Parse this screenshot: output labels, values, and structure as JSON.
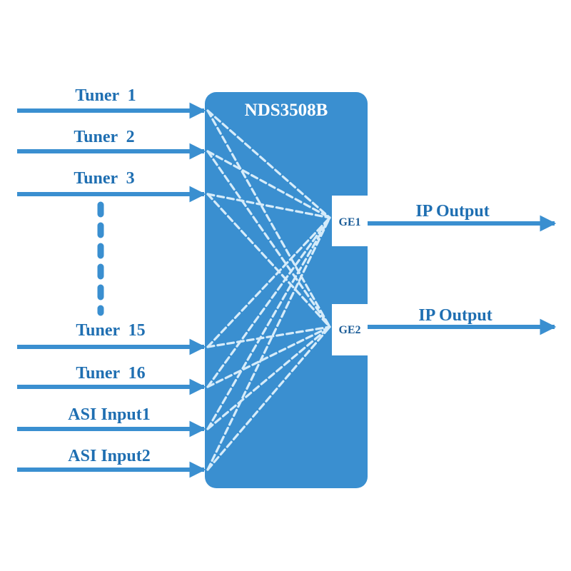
{
  "device": {
    "title": "NDS3508B"
  },
  "inputs": [
    {
      "label": "Tuner  1"
    },
    {
      "label": "Tuner  2"
    },
    {
      "label": "Tuner  3"
    },
    {
      "label": "Tuner  15"
    },
    {
      "label": "Tuner  16"
    },
    {
      "label": "ASI Input1"
    },
    {
      "label": "ASI Input2"
    }
  ],
  "ports": [
    {
      "label": "GE1",
      "output_label": "IP Output"
    },
    {
      "label": "GE2",
      "output_label": "IP Output"
    }
  ],
  "colors": {
    "primary": "#3a8fd0",
    "label": "#1f6fb2",
    "dashed": "#d6ecfa",
    "background": "#ffffff"
  }
}
